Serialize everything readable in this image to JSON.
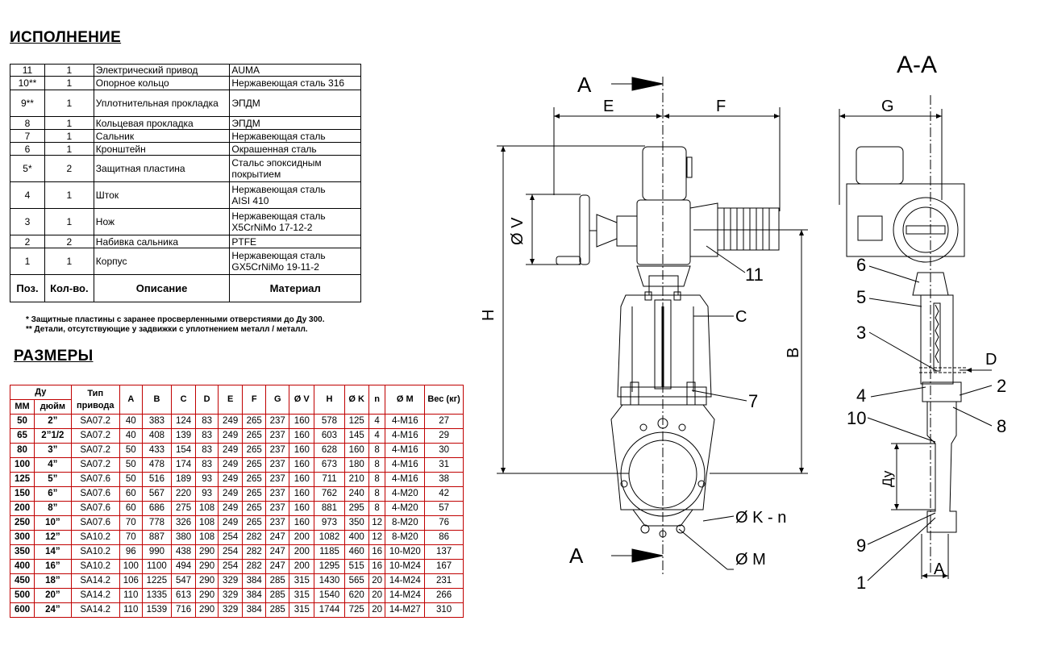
{
  "exec_title": "ИСПОЛНЕНИЕ",
  "dims_title": "РАЗМЕРЫ",
  "parts": [
    {
      "pos": "11",
      "qty": "1",
      "desc": "Электрический привод",
      "mat1": "AUMA",
      "mat2": ""
    },
    {
      "pos": "10**",
      "qty": "1",
      "desc": "Опорное кольцо",
      "mat1": "Нержавеющая сталь 316",
      "mat2": ""
    },
    {
      "pos": "9**",
      "qty": "1",
      "desc": "Уплотнительная прокладка",
      "mat1": "ЭПДМ",
      "mat2": ""
    },
    {
      "pos": "8",
      "qty": "1",
      "desc": "Кольцевая прокладка",
      "mat1": "ЭПДМ",
      "mat2": ""
    },
    {
      "pos": "7",
      "qty": "1",
      "desc": "Сальник",
      "mat1": "Нержавеющая сталь",
      "mat2": ""
    },
    {
      "pos": "6",
      "qty": "1",
      "desc": "Кронштейн",
      "mat1": "Окрашенная сталь",
      "mat2": ""
    },
    {
      "pos": "5*",
      "qty": "2",
      "desc": "Защитная пластина",
      "mat1": "Стальс эпоксидным",
      "mat2": "покрытием"
    },
    {
      "pos": "4",
      "qty": "1",
      "desc": "Шток",
      "mat1": "Нержавеющая сталь",
      "mat2": "AISI 410"
    },
    {
      "pos": "3",
      "qty": "1",
      "desc": "Нож",
      "mat1": "Нержавеющая сталь",
      "mat2": "X5CrNiMo 17-12-2"
    },
    {
      "pos": "2",
      "qty": "2",
      "desc": "Набивка сальника",
      "mat1": "PTFE",
      "mat2": ""
    },
    {
      "pos": "1",
      "qty": "1",
      "desc": "Корпус",
      "mat1": "Нержавеющая сталь",
      "mat2": "GX5CrNiMo 19-11-2"
    }
  ],
  "parts_header": {
    "pos": "Поз.",
    "qty": "Кол-во.",
    "desc": "Описание",
    "mat": "Материал"
  },
  "notes": [
    "* Защитные пластины с заранее просверленными отверстиями до Ду 300.",
    "** Детали, отсутствующие у задвижки с уплотнением металл / металл."
  ],
  "dims_header": {
    "du": "Ду",
    "mm": "ММ",
    "inch": "дюйм",
    "drive": "Тип привода",
    "cols": [
      "A",
      "B",
      "C",
      "D",
      "E",
      "F",
      "G",
      "Ø V",
      "H",
      "Ø K",
      "n",
      "Ø M"
    ],
    "weight": "Вес (кг)"
  },
  "dims_rows": [
    [
      "50",
      "2”",
      "SA07.2",
      "40",
      "383",
      "124",
      "83",
      "249",
      "265",
      "237",
      "160",
      "578",
      "125",
      "4",
      "4-M16",
      "27"
    ],
    [
      "65",
      "2”1/2",
      "SA07.2",
      "40",
      "408",
      "139",
      "83",
      "249",
      "265",
      "237",
      "160",
      "603",
      "145",
      "4",
      "4-M16",
      "29"
    ],
    [
      "80",
      "3”",
      "SA07.2",
      "50",
      "433",
      "154",
      "83",
      "249",
      "265",
      "237",
      "160",
      "628",
      "160",
      "8",
      "4-M16",
      "30"
    ],
    [
      "100",
      "4”",
      "SA07.2",
      "50",
      "478",
      "174",
      "83",
      "249",
      "265",
      "237",
      "160",
      "673",
      "180",
      "8",
      "4-M16",
      "31"
    ],
    [
      "125",
      "5”",
      "SA07.6",
      "50",
      "516",
      "189",
      "93",
      "249",
      "265",
      "237",
      "160",
      "711",
      "210",
      "8",
      "4-M16",
      "38"
    ],
    [
      "150",
      "6”",
      "SA07.6",
      "60",
      "567",
      "220",
      "93",
      "249",
      "265",
      "237",
      "160",
      "762",
      "240",
      "8",
      "4-M20",
      "42"
    ],
    [
      "200",
      "8”",
      "SA07.6",
      "60",
      "686",
      "275",
      "108",
      "249",
      "265",
      "237",
      "160",
      "881",
      "295",
      "8",
      "4-M20",
      "57"
    ],
    [
      "250",
      "10”",
      "SA07.6",
      "70",
      "778",
      "326",
      "108",
      "249",
      "265",
      "237",
      "160",
      "973",
      "350",
      "12",
      "8-M20",
      "76"
    ],
    [
      "300",
      "12”",
      "SA10.2",
      "70",
      "887",
      "380",
      "108",
      "254",
      "282",
      "247",
      "200",
      "1082",
      "400",
      "12",
      "8-M20",
      "86"
    ],
    [
      "350",
      "14”",
      "SA10.2",
      "96",
      "990",
      "438",
      "290",
      "254",
      "282",
      "247",
      "200",
      "1185",
      "460",
      "16",
      "10-M20",
      "137"
    ],
    [
      "400",
      "16”",
      "SA10.2",
      "100",
      "1100",
      "494",
      "290",
      "254",
      "282",
      "247",
      "200",
      "1295",
      "515",
      "16",
      "10-M24",
      "167"
    ],
    [
      "450",
      "18”",
      "SA14.2",
      "106",
      "1225",
      "547",
      "290",
      "329",
      "384",
      "285",
      "315",
      "1430",
      "565",
      "20",
      "14-M24",
      "231"
    ],
    [
      "500",
      "20”",
      "SA14.2",
      "110",
      "1335",
      "613",
      "290",
      "329",
      "384",
      "285",
      "315",
      "1540",
      "620",
      "20",
      "14-M24",
      "266"
    ],
    [
      "600",
      "24”",
      "SA14.2",
      "110",
      "1539",
      "716",
      "290",
      "329",
      "384",
      "285",
      "315",
      "1744",
      "725",
      "20",
      "14-M27",
      "310"
    ]
  ],
  "drawing": {
    "section_label": "A-A",
    "arrow_letter": "A",
    "dim_E": "E",
    "dim_F": "F",
    "dim_G": "G",
    "dim_H": "H",
    "dim_B": "B",
    "dim_C": "C",
    "dim_D": "D",
    "dim_V": "Ø V",
    "dim_K": "Ø K - n",
    "dim_M": "Ø M",
    "dim_A": "A",
    "dim_Du": "Ду",
    "callouts_front": [
      "11",
      "7"
    ],
    "callouts_side": [
      "6",
      "5",
      "3",
      "4",
      "2",
      "8",
      "10",
      "9",
      "1"
    ]
  }
}
